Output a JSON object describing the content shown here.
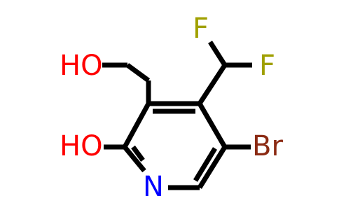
{
  "molecule": {
    "atoms": {
      "F_top": {
        "text": "F",
        "color": "#a0a000"
      },
      "F_right": {
        "text": "F",
        "color": "#a0a000"
      },
      "HO_top": {
        "text": "HO",
        "color": "#ff0000"
      },
      "HO_left": {
        "text": "HO",
        "color": "#ff0000"
      },
      "Br": {
        "text": "Br",
        "color": "#8b2a13"
      },
      "N": {
        "text": "N",
        "color": "#0000ff"
      }
    }
  }
}
